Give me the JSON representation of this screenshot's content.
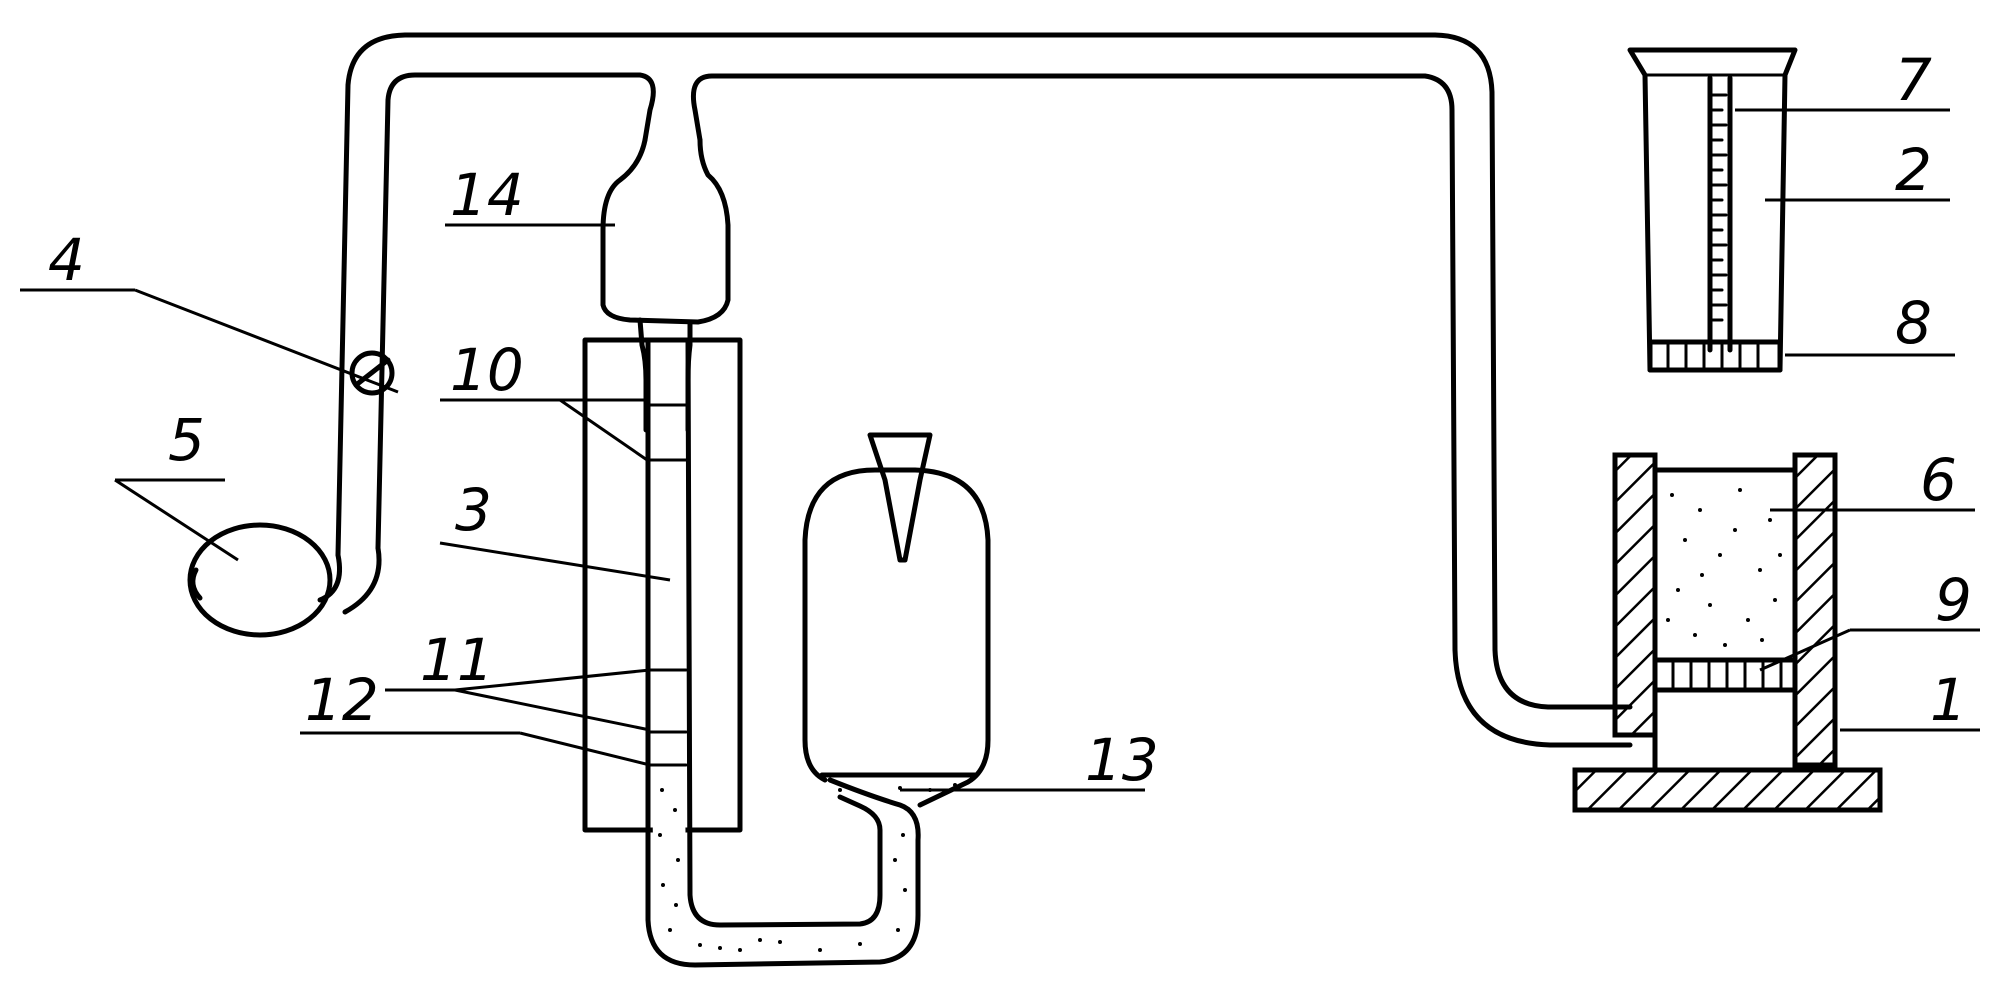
{
  "diagram": {
    "labels": {
      "n1": "1",
      "n2": "2",
      "n3": "3",
      "n4": "4",
      "n5": "5",
      "n6": "6",
      "n7": "7",
      "n8": "8",
      "n9": "9",
      "n10": "10",
      "n11": "11",
      "n12": "12",
      "n13": "13",
      "n14": "14"
    }
  }
}
